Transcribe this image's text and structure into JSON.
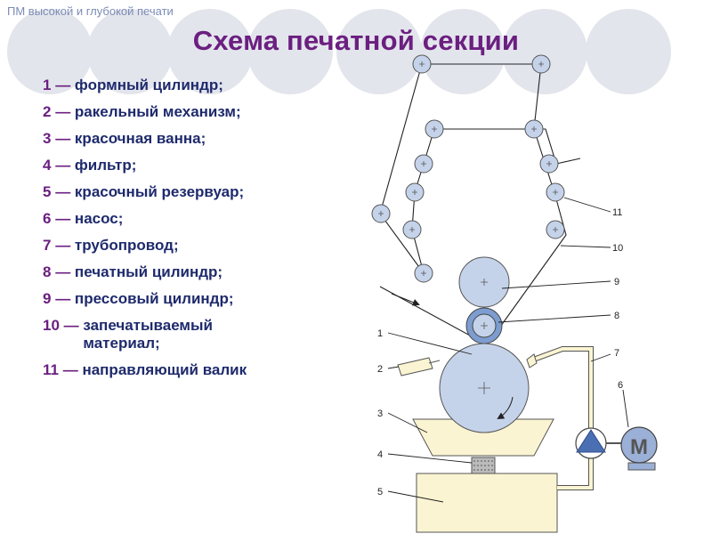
{
  "header": "ПМ высокой и глубокой печати",
  "title": "Схема печатной секции",
  "legend": [
    {
      "num": "1",
      "text": "формный цилиндр;"
    },
    {
      "num": "2",
      "text": "ракельный механизм;"
    },
    {
      "num": "3",
      "text": "красочная ванна;"
    },
    {
      "num": "4",
      "text": "фильтр;"
    },
    {
      "num": "5",
      "text": "красочный резервуар;"
    },
    {
      "num": "6",
      "text": "насос;"
    },
    {
      "num": "7",
      "text": "трубопровод;"
    },
    {
      "num": "8",
      "text": "печатный цилиндр;"
    },
    {
      "num": "9",
      "text": "прессовый цилиндр;"
    },
    {
      "num": "10",
      "text": "запечатываемый материал;"
    },
    {
      "num": "11",
      "text": "направляющий валик"
    }
  ],
  "legend_separator": " — ",
  "diagram_labels": [
    "1",
    "2",
    "3",
    "4",
    "5",
    "6",
    "7",
    "8",
    "9",
    "10",
    "11"
  ],
  "motor_label": "M",
  "colors": {
    "title": "#6b1f80",
    "legend_text": "#1e2a6c",
    "cylinder_fill": "#c5d3ea",
    "reservoir_fill": "#fbf4d2",
    "pump_fill": "#4b6fb3",
    "deco_circle": "#dcdfe8"
  }
}
